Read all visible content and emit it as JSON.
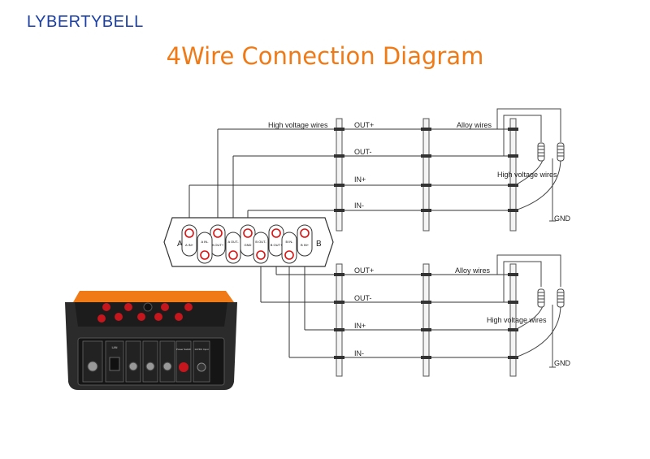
{
  "brand": "LYBERTYBELL",
  "title": "4Wire Connection Diagram",
  "panel": {
    "left": "A",
    "right": "B"
  },
  "terminals": {
    "top": [
      "A IN+",
      "A OUT+",
      "GND",
      "B OUT+",
      "B IN+"
    ],
    "bottom": [
      "A IN-",
      "A OUT-",
      "B OUT-",
      "B IN-"
    ]
  },
  "upper": {
    "wires": [
      "OUT+",
      "OUT-",
      "IN+",
      "IN-"
    ],
    "hv_label": "High voltage wires",
    "alloy_label": "Alloy wires",
    "hv_label_right": "High voltage wires",
    "gnd": "GND"
  },
  "lower": {
    "wires": [
      "OUT+",
      "OUT-",
      "IN+",
      "IN-"
    ],
    "alloy_label": "Alloy wires",
    "hv_label_right": "High voltage wires",
    "gnd": "GND"
  },
  "device": {
    "panel_labels": [
      "LAN",
      "Power Switch",
      "12VDC Input"
    ]
  }
}
